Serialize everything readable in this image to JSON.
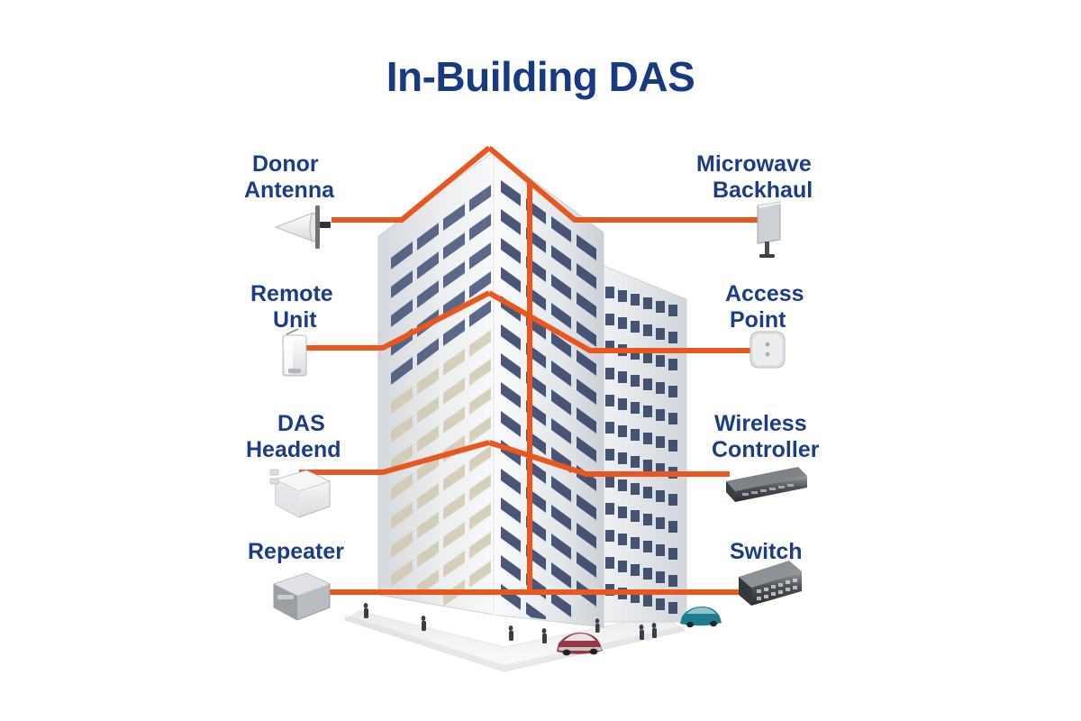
{
  "diagram": {
    "title": "In-Building DAS",
    "type": "network-topology-illustration",
    "title_color": "#173a82",
    "link_color": "#e8581e",
    "background_color": "#ffffff",
    "label_color": "#1b3c86",
    "subject": "building",
    "scene_elements": [
      "high-rise-building",
      "secondary-tower",
      "ground-plane",
      "pedestrians",
      "red-car",
      "teal-car"
    ],
    "nodes": [
      {
        "id": "donor-antenna",
        "label_line1": "Donor",
        "label_line2": "Antenna",
        "side": "left",
        "row": 1,
        "icon": "horn-antenna-icon"
      },
      {
        "id": "microwave-backhaul",
        "label_line1": "Microwave",
        "label_line2": "Backhaul",
        "side": "right",
        "row": 1,
        "icon": "panel-antenna-icon"
      },
      {
        "id": "remote-unit",
        "label_line1": "Remote",
        "label_line2": "Unit",
        "side": "left",
        "row": 2,
        "icon": "remote-unit-box-icon"
      },
      {
        "id": "access-point",
        "label_line1": "Access",
        "label_line2": "Point",
        "side": "right",
        "row": 2,
        "icon": "access-point-icon"
      },
      {
        "id": "das-headend",
        "label_line1": "DAS",
        "label_line2": "Headend",
        "side": "left",
        "row": 3,
        "icon": "headend-chassis-icon"
      },
      {
        "id": "wireless-controller",
        "label_line1": "Wireless",
        "label_line2": "Controller",
        "side": "right",
        "row": 3,
        "icon": "rack-appliance-icon"
      },
      {
        "id": "repeater",
        "label_line1": "Repeater",
        "label_line2": "",
        "side": "left",
        "row": 4,
        "icon": "repeater-box-icon"
      },
      {
        "id": "switch",
        "label_line1": "Switch",
        "label_line2": "",
        "side": "right",
        "row": 4,
        "icon": "network-switch-icon"
      }
    ]
  }
}
